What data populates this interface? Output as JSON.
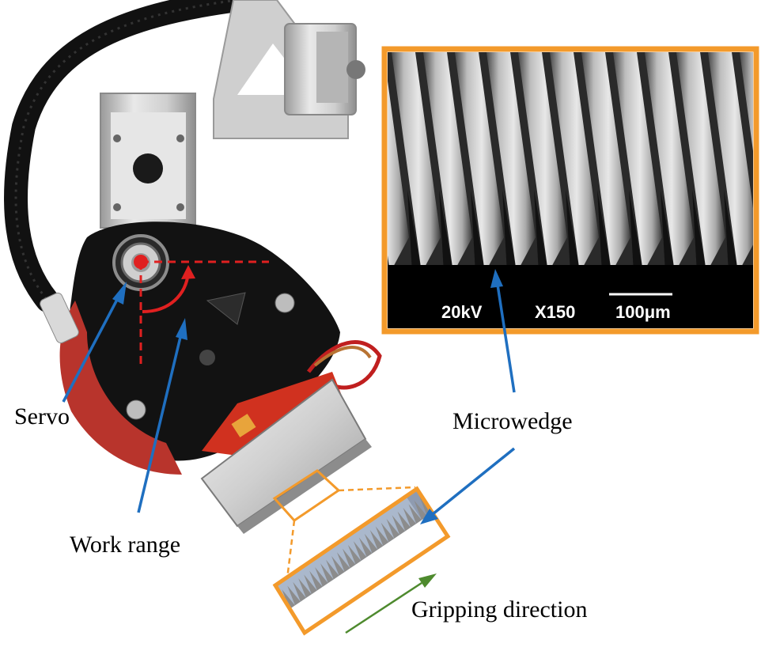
{
  "labels": {
    "servo": "Servo",
    "work_range": "Work range",
    "microwedge": "Microwedge",
    "gripping_direction": "Gripping direction"
  },
  "sem": {
    "voltage": "20kV",
    "magnification": "X150",
    "scale": "100μm"
  },
  "colors": {
    "inset_border": "#f39a2b",
    "pointer_arrow": "#1f6fc0",
    "work_range_marks": "#e02020",
    "gripping_arrow": "#4e8a2e",
    "wedge_film": "#aab8cc",
    "wedge_teeth": "#8c8c8c"
  }
}
